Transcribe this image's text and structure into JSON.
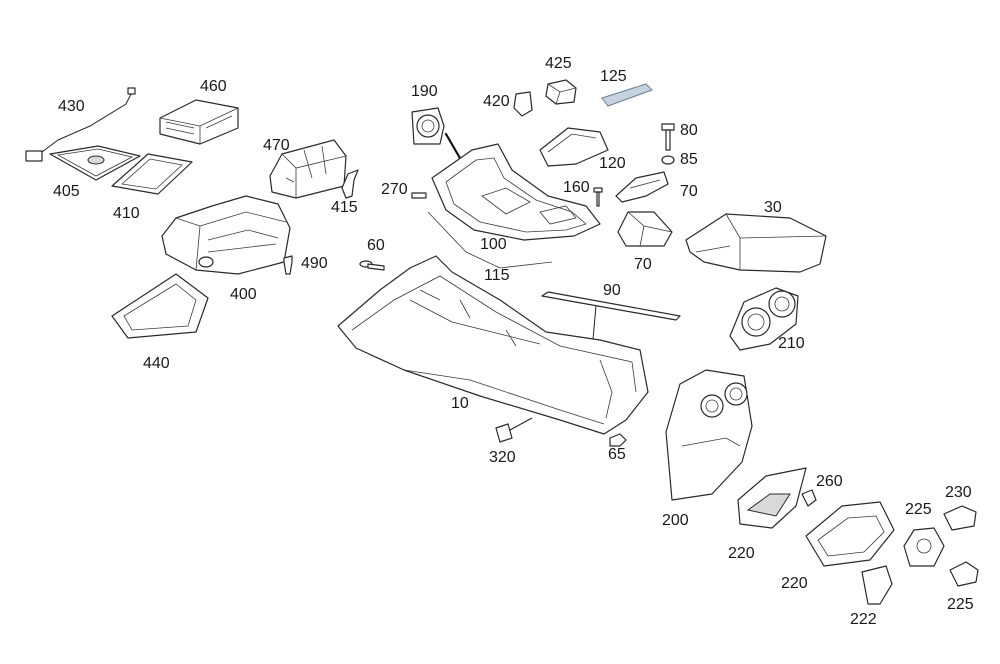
{
  "diagram": {
    "part_numbers": {
      "p430": "430",
      "p460": "460",
      "p405": "405",
      "p410": "410",
      "p470": "470",
      "p415": "415",
      "p400": "400",
      "p490": "490",
      "p440": "440",
      "p190": "190",
      "p425": "425",
      "p420": "420",
      "p125": "125",
      "p80": "80",
      "p85": "85",
      "p120": "120",
      "p160": "160",
      "p70a": "70",
      "p70b": "70",
      "p270": "270",
      "p100": "100",
      "p115": "115",
      "p60": "60",
      "p30": "30",
      "p90": "90",
      "p210": "210",
      "p10": "10",
      "p320": "320",
      "p65": "65",
      "p200": "200",
      "p260": "260",
      "p230": "230",
      "p225a": "225",
      "p225b": "225",
      "p220a": "220",
      "p220b": "220",
      "p222": "222"
    },
    "colors": {
      "line": "#2a2a2a",
      "highlight_part_125": "#c5d3e0"
    }
  }
}
